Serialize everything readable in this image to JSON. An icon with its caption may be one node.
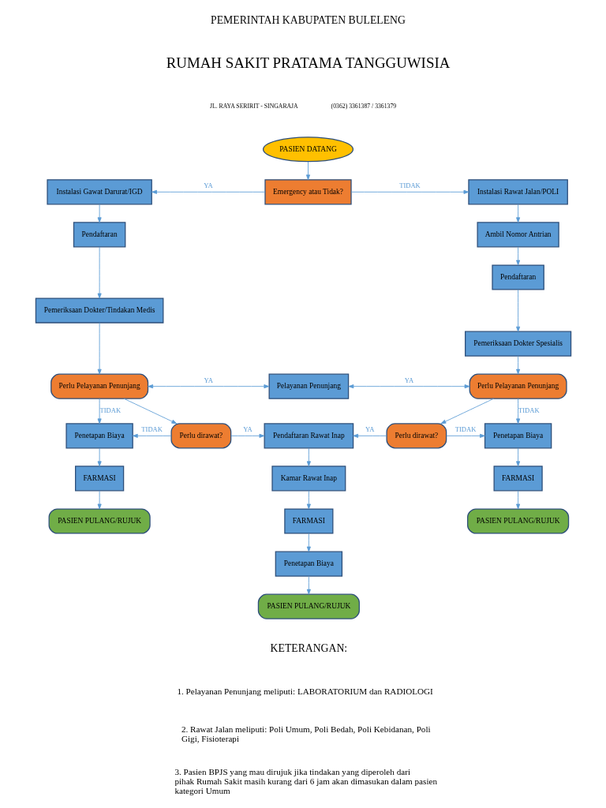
{
  "diagram": {
    "nodes": [
      {
        "text": [
          "PASIEN DATANG"
        ]
      },
      {
        "text": [
          "Instalasi Gawat Darurat/IGD"
        ]
      },
      {
        "text": [
          "Emergency atau Tidak?"
        ]
      },
      {
        "text": [
          "Instalasi Rawat Jalan/POLI"
        ]
      },
      {
        "text": [
          "Pendaftaran"
        ]
      },
      {
        "text": [
          "Ambil Nomor Antrian"
        ]
      },
      {
        "text": [
          "Pemeriksaan Dokter/Tindakan Medis"
        ]
      },
      {
        "text": [
          "Pendaftaran"
        ]
      },
      {
        "text": [
          "Pemeriksaan Dokter Spesialis"
        ]
      },
      {
        "text": [
          "Perlu Pelayanan Penunjang"
        ]
      },
      {
        "text": [
          "Pelayanan Penunjang"
        ]
      },
      {
        "text": [
          "Perlu Pelayanan Penunjang"
        ]
      },
      {
        "text": [
          "Penetapan Biaya"
        ]
      },
      {
        "text": [
          "Perlu dirawat?"
        ]
      },
      {
        "text": [
          "Pendaftaran Rawat Inap"
        ]
      },
      {
        "text": [
          "Perlu dirawat?"
        ]
      },
      {
        "text": [
          "Penetapan Biaya"
        ]
      },
      {
        "text": [
          "Kamar Rawat Inap"
        ]
      },
      {
        "text": [
          "FARMASI"
        ]
      },
      {
        "text": [
          "FARMASI"
        ]
      },
      {
        "text": [
          "FARMASI"
        ]
      },
      {
        "text": [
          "PASIEN PULANG/RUJUK"
        ]
      },
      {
        "text": [
          "PASIEN PULANG/RUJUK"
        ]
      },
      {
        "text": [
          "Penetapan Biaya"
        ]
      },
      {
        "text": [
          "PASIEN PULANG/RUJUK"
        ]
      }
    ],
    "edges": [
      {
        "from": 0,
        "to": 2,
        "arrow": "to"
      },
      {
        "from": 2,
        "to": 1,
        "arrow": "to",
        "label": "YA"
      },
      {
        "from": 2,
        "to": 3,
        "arrow": "to",
        "label": "TIDAK"
      },
      {
        "from": 1,
        "to": 4,
        "arrow": "to"
      },
      {
        "from": 4,
        "to": 6,
        "arrow": "to"
      },
      {
        "from": 6,
        "to": 9,
        "arrow": "to"
      },
      {
        "from": 3,
        "to": 5,
        "arrow": "to"
      },
      {
        "from": 5,
        "to": 7,
        "arrow": "to"
      },
      {
        "from": 7,
        "to": 8,
        "arrow": "to"
      },
      {
        "from": 8,
        "to": 11,
        "arrow": "to"
      },
      {
        "from": 9,
        "to": 10,
        "arrow": "both",
        "label": "YA"
      },
      {
        "from": 10,
        "to": 11,
        "arrow": "both",
        "label": "YA"
      },
      {
        "from": 9,
        "to": 12,
        "arrow": "to",
        "label": "TIDAK"
      },
      {
        "from": 9,
        "to": 13,
        "arrow": "to"
      },
      {
        "from": 13,
        "to": 12,
        "arrow": "to",
        "label": "TIDAK"
      },
      {
        "from": 13,
        "to": 14,
        "arrow": "to",
        "label": "YA"
      },
      {
        "from": 15,
        "to": 14,
        "arrow": "to",
        "label": "YA"
      },
      {
        "from": 11,
        "to": 16,
        "arrow": "to",
        "label": "TIDAK"
      },
      {
        "from": 11,
        "to": 15,
        "arrow": "to"
      },
      {
        "from": 15,
        "to": 16,
        "arrow": "to",
        "label": "TIDAK"
      },
      {
        "from": 14,
        "to": 17,
        "arrow": "to"
      },
      {
        "from": 17,
        "to": 20,
        "arrow": "to"
      },
      {
        "from": 20,
        "to": 23,
        "arrow": "to"
      },
      {
        "from": 23,
        "to": 24,
        "arrow": "to"
      },
      {
        "from": 12,
        "to": 18,
        "arrow": "to"
      },
      {
        "from": 18,
        "to": 21,
        "arrow": "to"
      },
      {
        "from": 16,
        "to": 19,
        "arrow": "to"
      },
      {
        "from": 19,
        "to": 22,
        "arrow": "to"
      }
    ],
    "labels": [
      "PEMERINTAH KABUPATEN BULELENG",
      "RUMAH SAKIT PRATAMA TANGGUWISIA",
      "JL. RAYA SERIRIT - SINGARAJA",
      "(0362) 3361387 / 3361379",
      "KETERANGAN:",
      "1. Pelayanan Penunjang meliputi: LABORATORIUM dan RADIOLOGI",
      "2. Rawat Jalan meliputi: Poli Umum, Poli Bedah, Poli Kebidanan, Poli Gigi, Fisioterapi",
      "3. Pasien BPJS yang mau dirujuk jika tindakan yang diperoleh dari pihak Rumah Sakit masih kurang dari 6 jam akan dimasukan dalam pasien kategori Umum"
    ]
  }
}
